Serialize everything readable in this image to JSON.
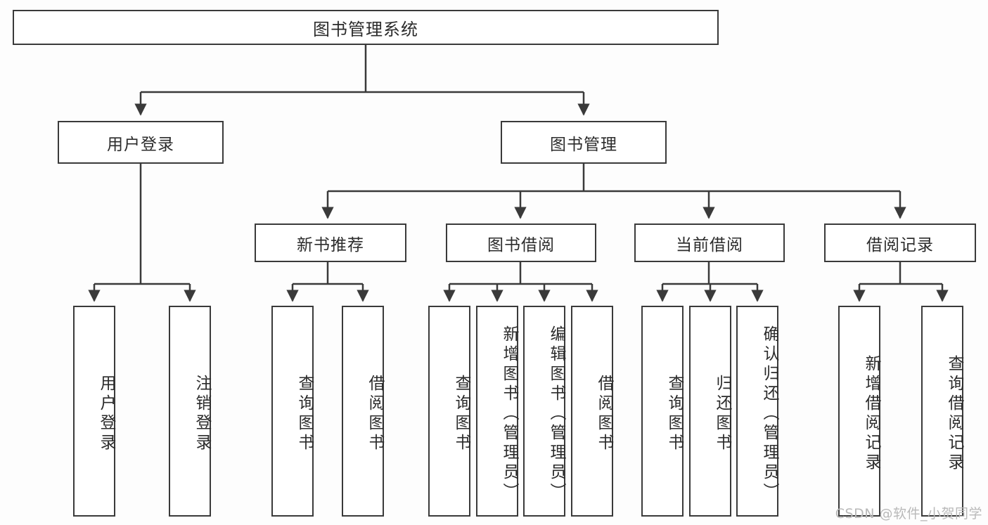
{
  "diagram": {
    "title": "图书管理系统",
    "watermark": "CSDN @软件_小贺同学",
    "colors": {
      "background": "#fdfdfd",
      "box_fill": "#ffffff",
      "stroke": "#3a3a3a",
      "text": "#2b2b2b",
      "watermark": "#b9b9b9"
    },
    "root": {
      "label": "图书管理系统"
    },
    "level1": [
      {
        "label": "用户登录"
      },
      {
        "label": "图书管理"
      }
    ],
    "level2": [
      {
        "label": "新书推荐"
      },
      {
        "label": "图书借阅"
      },
      {
        "label": "当前借阅"
      },
      {
        "label": "借阅记录"
      }
    ],
    "leaves": {
      "user_login": [
        {
          "label": "用户登录"
        },
        {
          "label": "注销登录"
        }
      ],
      "new_book_recommend": [
        {
          "label": "查询图书"
        },
        {
          "label": "借阅图书"
        }
      ],
      "book_borrow": [
        {
          "label": "查询图书"
        },
        {
          "label": "新增图书（管理员）"
        },
        {
          "label": "编辑图书（管理员）"
        },
        {
          "label": "借阅图书"
        }
      ],
      "current_borrow": [
        {
          "label": "查询图书"
        },
        {
          "label": "归还图书"
        },
        {
          "label": "确认归还（管理员）"
        }
      ],
      "borrow_record": [
        {
          "label": "新增借阅记录"
        },
        {
          "label": "查询借阅记录"
        }
      ]
    }
  }
}
